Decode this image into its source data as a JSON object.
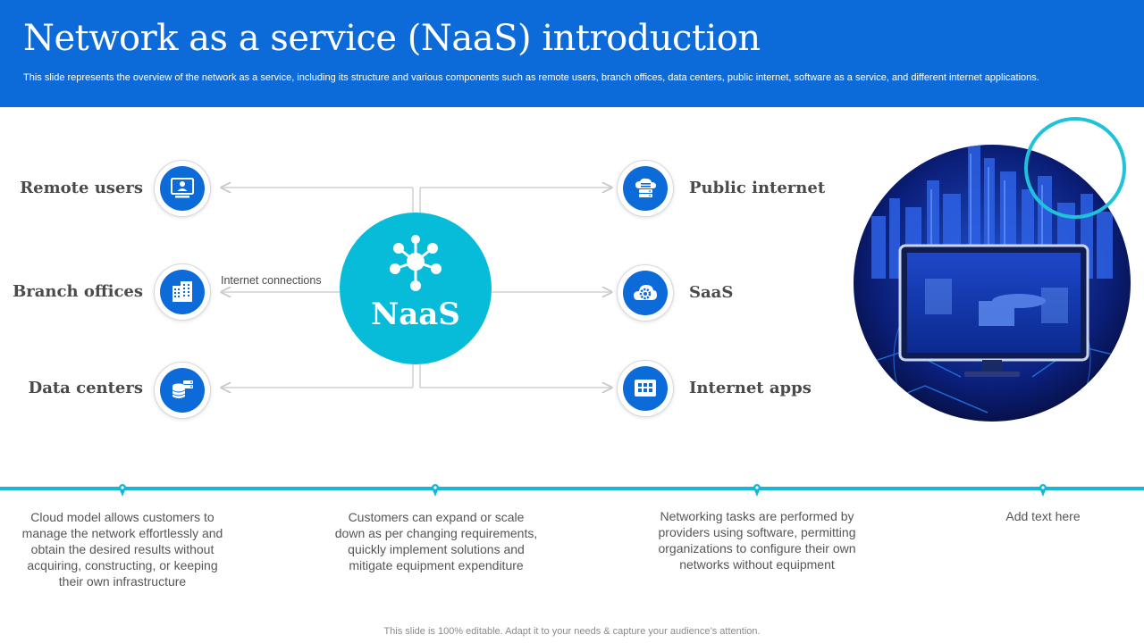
{
  "header": {
    "title": "Network as a service (NaaS) introduction",
    "subtitle": "This slide represents the overview of the network as a service, including its structure and various components such as remote users, branch offices, data centers, public internet, software as a service, and different internet applications."
  },
  "diagram": {
    "hub_label": "NaaS",
    "hub_icon": "network-nodes-icon",
    "connection_label": "Internet connections",
    "left_nodes": [
      {
        "label": "Remote users",
        "icon": "remote-user-monitor-icon"
      },
      {
        "label": "Branch offices",
        "icon": "office-building-icon"
      },
      {
        "label": "Data centers",
        "icon": "database-server-icon"
      }
    ],
    "right_nodes": [
      {
        "label": "Public internet",
        "icon": "cloud-server-icon"
      },
      {
        "label": "SaaS",
        "icon": "cloud-gear-icon"
      },
      {
        "label": "Internet apps",
        "icon": "app-grid-icon"
      }
    ]
  },
  "timeline": [
    {
      "text": "Cloud model allows customers to manage the network effortlessly and obtain the desired results without acquiring, constructing, or keeping their own infrastructure"
    },
    {
      "text": "Customers can expand or scale down as per changing requirements, quickly implement solutions and mitigate equipment expenditure"
    },
    {
      "text": "Networking tasks are performed by providers using software, permitting organizations to configure their own networks without equipment"
    },
    {
      "text": "Add text here"
    }
  ],
  "footer": {
    "text": "This slide is 100% editable. Adapt it to your needs & capture your audience’s attention."
  },
  "colors": {
    "header_blue": "#0d6bd9",
    "hub_cyan": "#06bcd9",
    "timeline_cyan": "#15b8d6",
    "label_gray": "#4a4a4a"
  }
}
